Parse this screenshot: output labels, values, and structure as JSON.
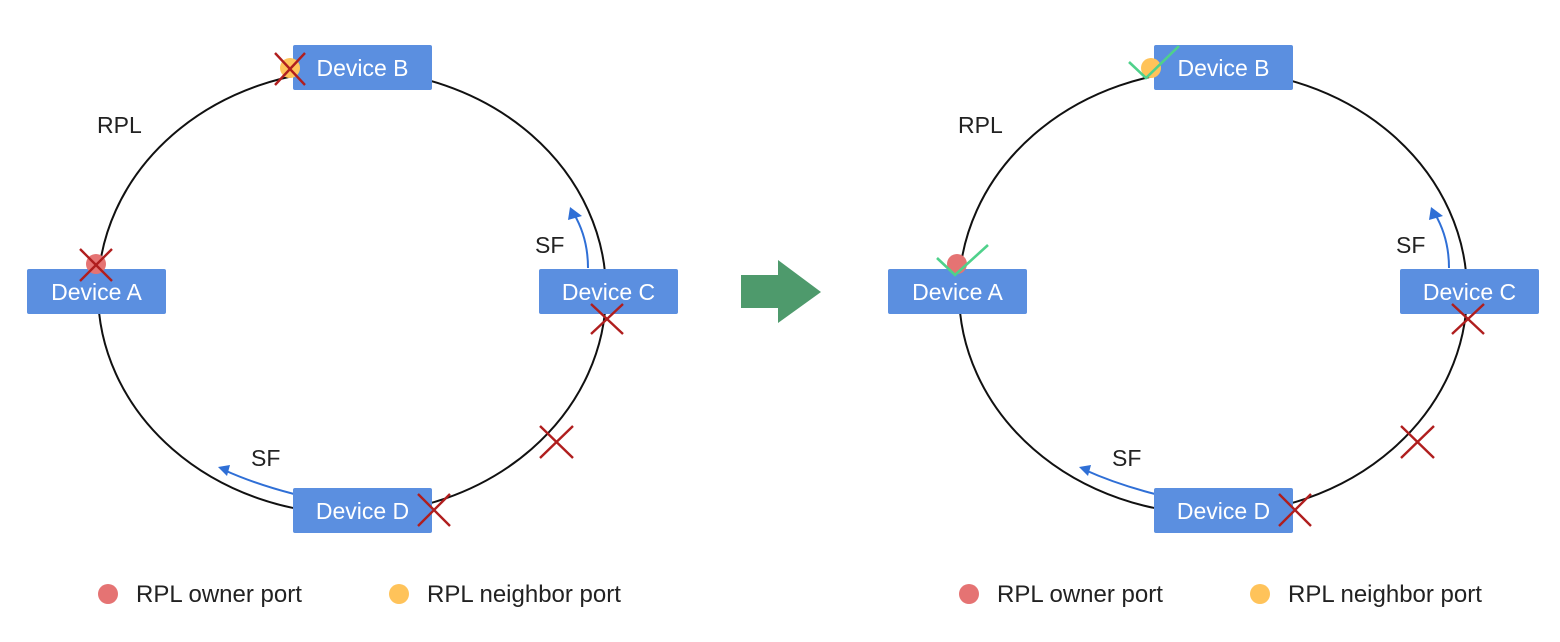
{
  "diagrams": [
    {
      "id": "before",
      "devices": {
        "a": "Device A",
        "b": "Device B",
        "c": "Device C",
        "d": "Device D"
      },
      "rpl_label": "RPL",
      "sf_labels": [
        "SF",
        "SF"
      ]
    },
    {
      "id": "after",
      "devices": {
        "a": "Device A",
        "b": "Device B",
        "c": "Device C",
        "d": "Device D"
      },
      "rpl_label": "RPL",
      "sf_labels": [
        "SF",
        "SF"
      ]
    }
  ],
  "legend": {
    "owner": "RPL owner port",
    "neighbor": "RPL neighbor port"
  },
  "colors": {
    "device_box": "#5b8fe0",
    "owner_port": "#e57373",
    "neighbor_port": "#ffc35a",
    "blocked_x": "#b01e1e",
    "unblocked_check": "#4fd18b",
    "sf_arrow": "#2f6fd6",
    "transition_arrow": "#4e9a6c"
  },
  "icons": {
    "blocked": "x-icon",
    "unblocked": "check-icon",
    "transition": "right-arrow-icon"
  }
}
